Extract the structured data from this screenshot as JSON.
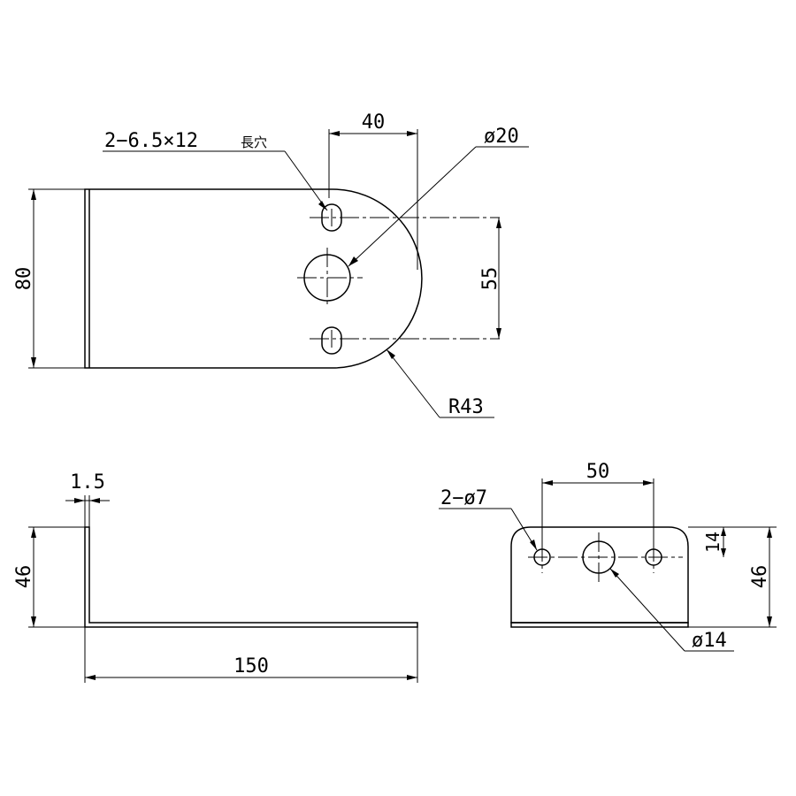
{
  "views": {
    "top": {
      "dim_width_label": "40",
      "dim_height_label": "80",
      "dim_slot_spacing_label": "55",
      "hole_label": "ø20",
      "radius_label": "R43",
      "slot_note": "2−6.5×12",
      "slot_note_suffix": "長穴"
    },
    "side": {
      "dim_thickness_label": "1.5",
      "dim_height_label": "46",
      "dim_length_label": "150"
    },
    "front": {
      "dim_hole_spacing_label": "50",
      "dim_hole_height_label": "14",
      "dim_height_label": "46",
      "small_holes_label": "2−ø7",
      "center_hole_label": "ø14"
    }
  }
}
